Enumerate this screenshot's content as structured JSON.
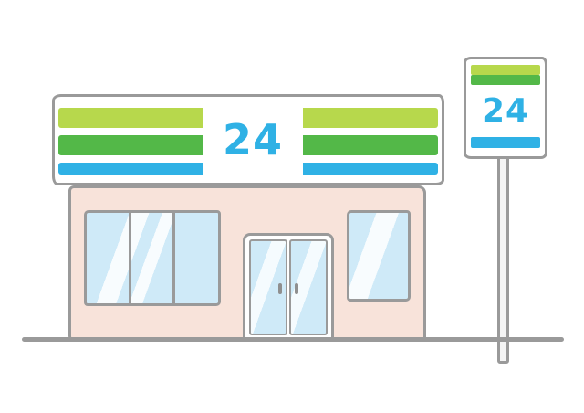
{
  "illustration": {
    "name": "24-hour convenience store storefront",
    "facade_sign": {
      "label": "24"
    },
    "pole_sign": {
      "label": "24"
    }
  },
  "colors": {
    "outline": "#9a9a9a",
    "stripe_light_green": "#b7d84c",
    "stripe_green": "#53b848",
    "stripe_blue": "#2fb1e5",
    "sign_text": "#2fb1e5",
    "wall": "#f8e3da",
    "glass": "#cfeaf8",
    "frame_white": "#ffffff",
    "handle": "#8f8f8f",
    "background": "#ffffff"
  }
}
